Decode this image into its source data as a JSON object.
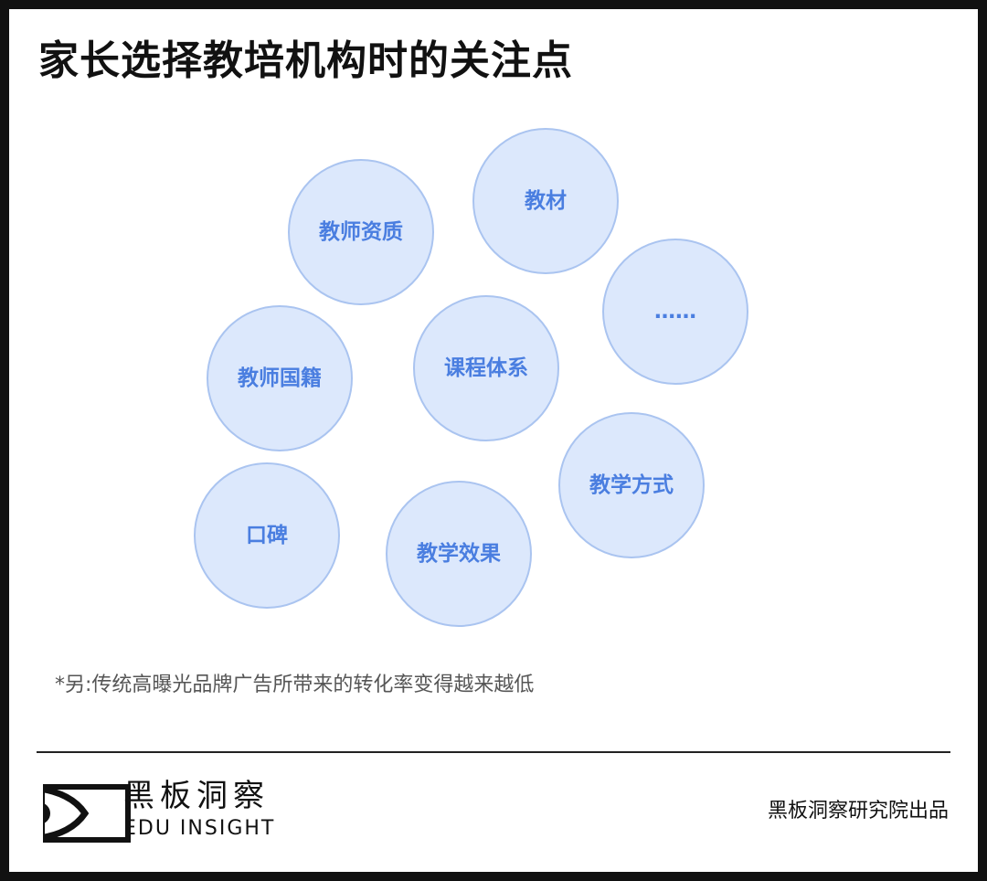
{
  "title": "家长选择教培机构时的关注点",
  "bubbles": [
    "教师资质",
    "教材",
    "……",
    "教师国籍",
    "课程体系",
    "教学方式",
    "口碑",
    "教学效果"
  ],
  "note": "*另:传统高曝光品牌广告所带来的转化率变得越来越低",
  "brand": {
    "cn": "黑板洞察",
    "en": "EDU INSIGHT"
  },
  "credit": "黑板洞察研究院出品",
  "colors": {
    "bubble_fill": "#dce8fc",
    "bubble_border": "#aac4f0",
    "bubble_text": "#4a7ee0"
  }
}
